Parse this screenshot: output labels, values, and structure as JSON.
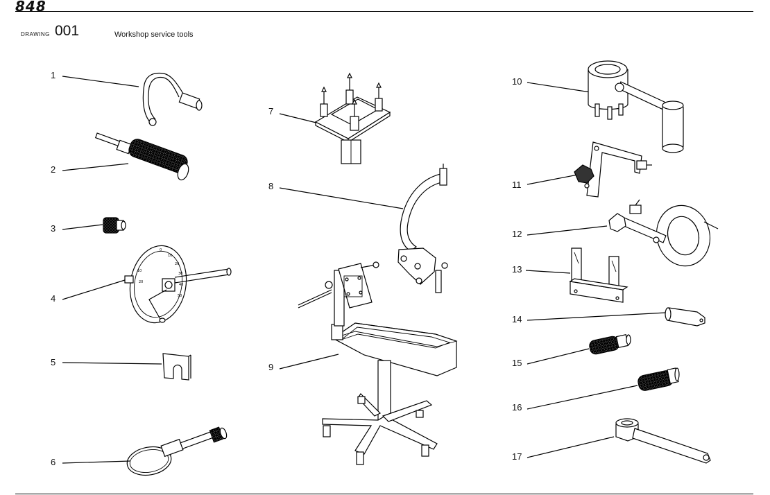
{
  "header": {
    "model": "848",
    "drawing_label": "DRAWING",
    "drawing_number": "001",
    "title": "Workshop service tools"
  },
  "callouts": [
    {
      "label": "1"
    },
    {
      "label": "2"
    },
    {
      "label": "3"
    },
    {
      "label": "4"
    },
    {
      "label": "5"
    },
    {
      "label": "6"
    },
    {
      "label": "7"
    },
    {
      "label": "8"
    },
    {
      "label": "9"
    },
    {
      "label": "10"
    },
    {
      "label": "11"
    },
    {
      "label": "12"
    },
    {
      "label": "13"
    },
    {
      "label": "14"
    },
    {
      "label": "15"
    },
    {
      "label": "16"
    },
    {
      "label": "17"
    }
  ],
  "dial_scale": [
    "0",
    "10",
    "20",
    "30",
    "40",
    "50",
    "10",
    "20"
  ]
}
